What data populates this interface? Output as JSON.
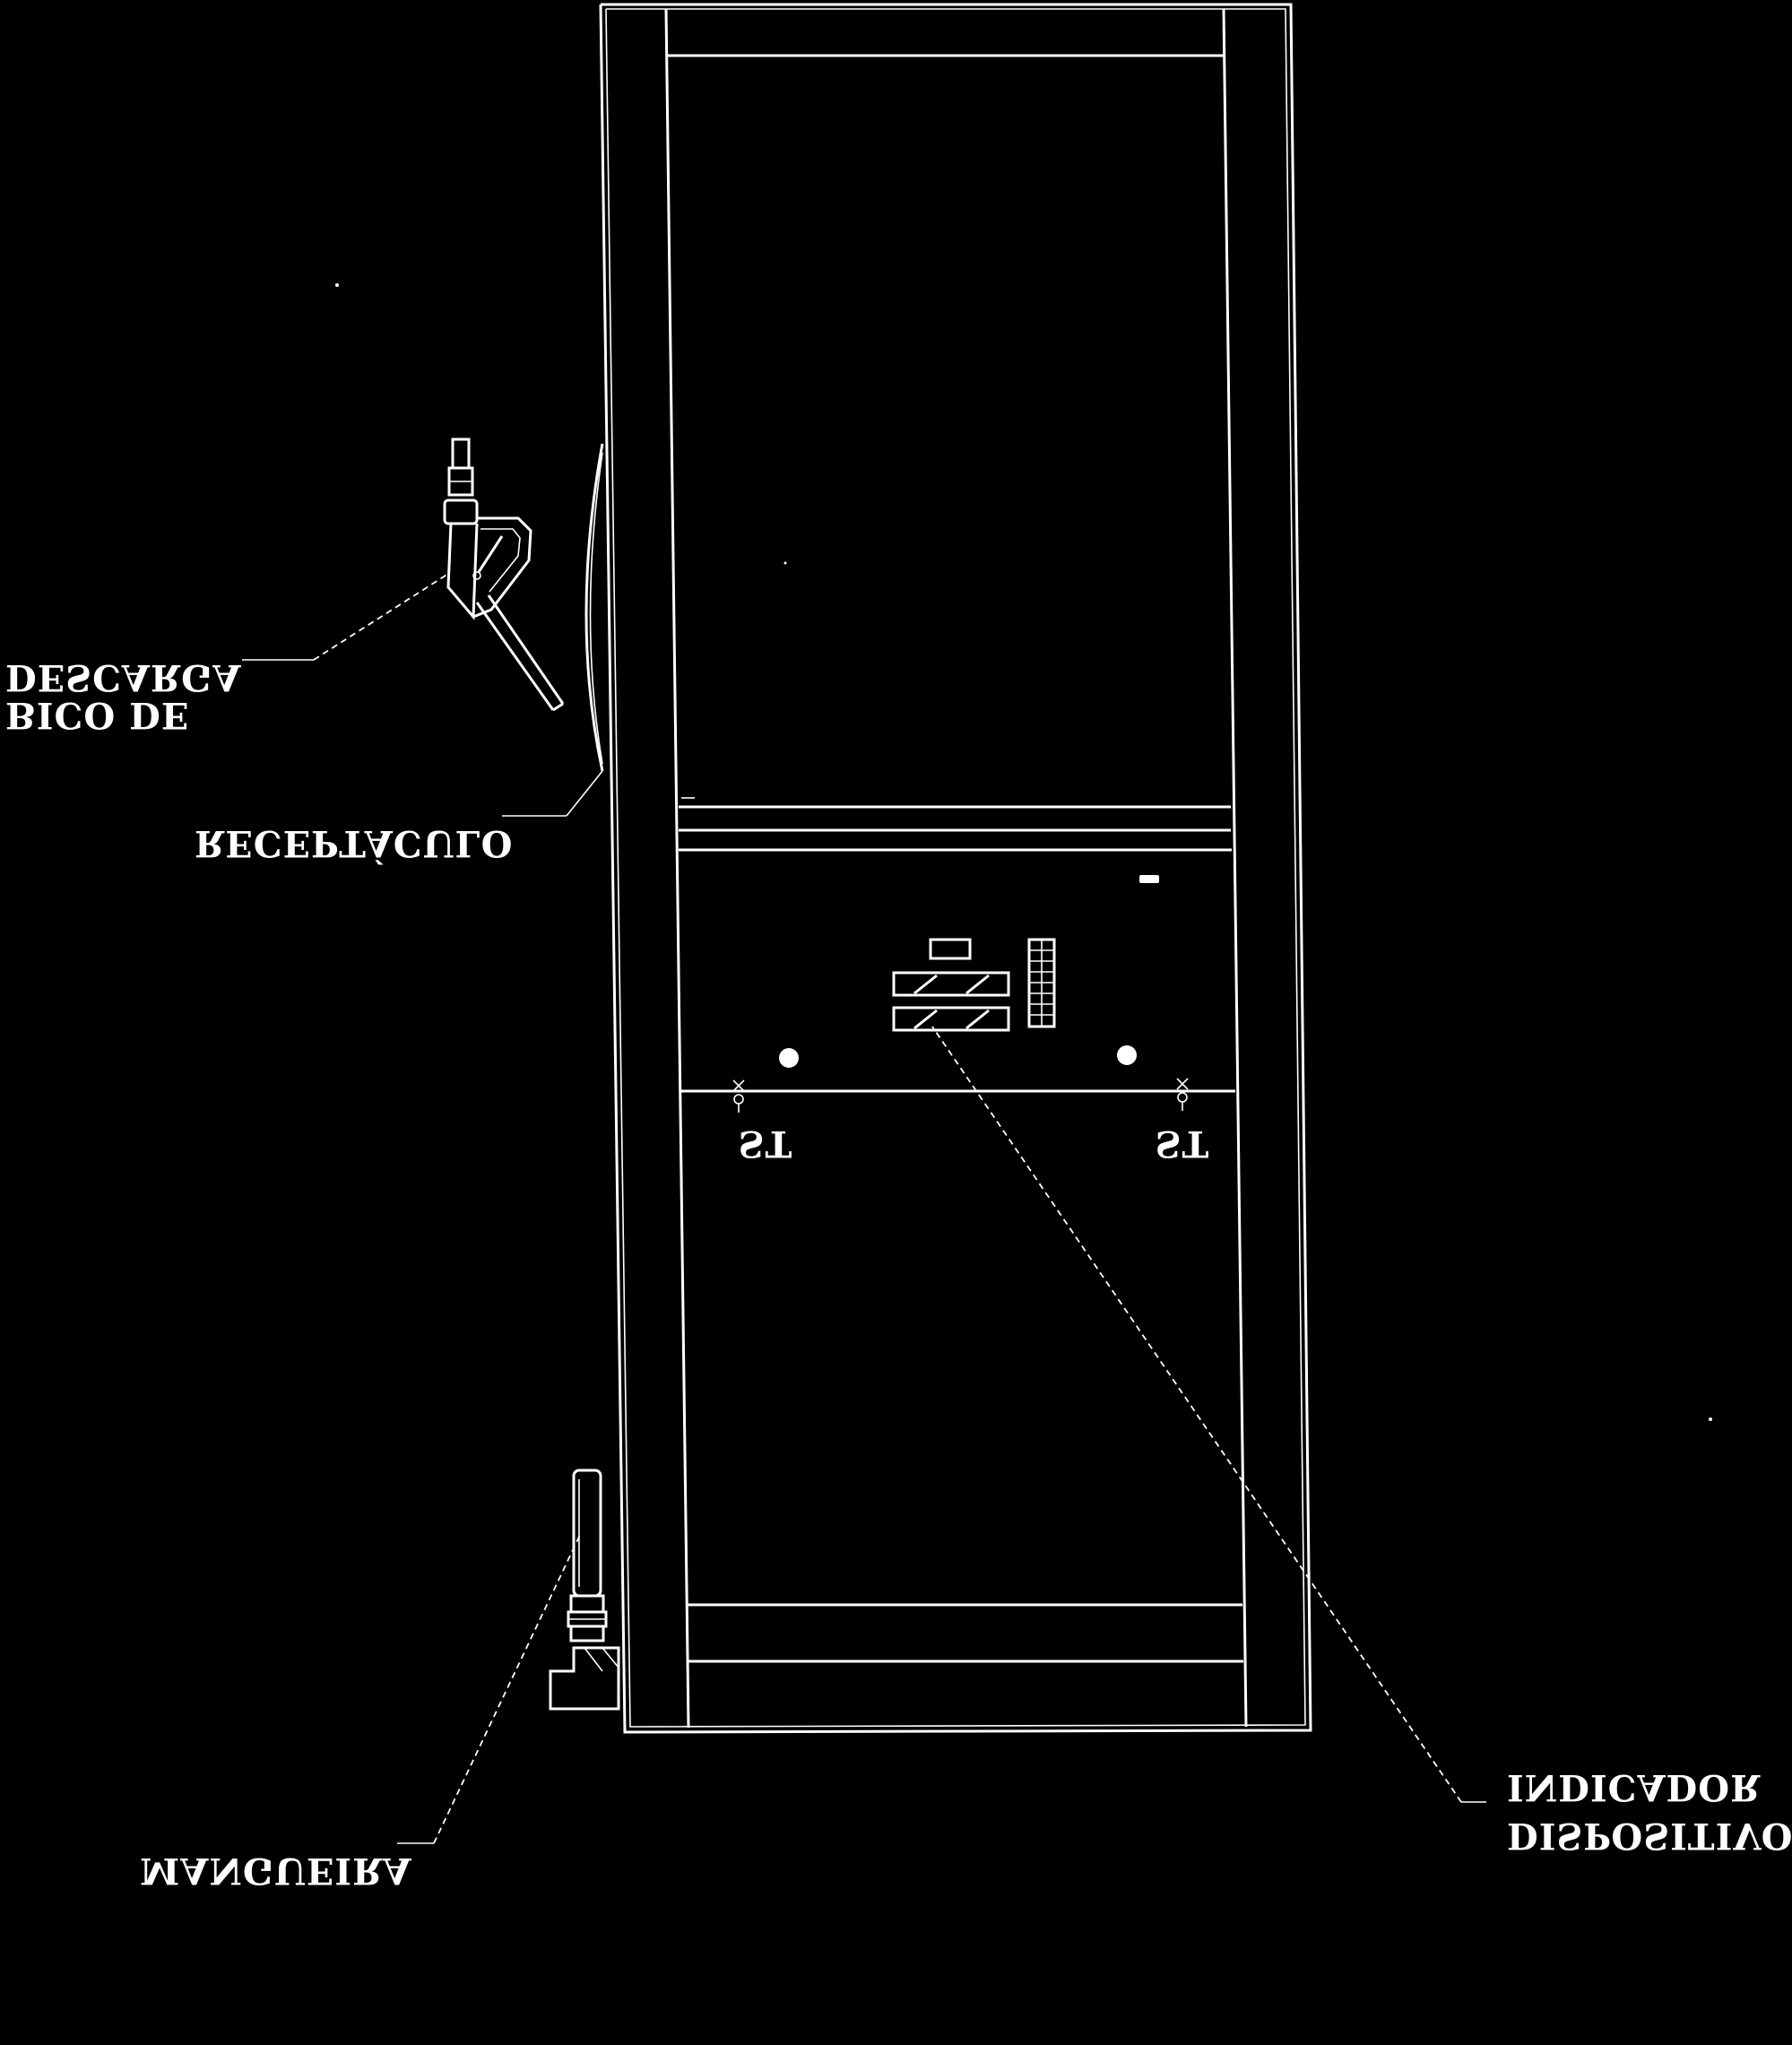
{
  "colors": {
    "background": "#000000",
    "line": "#ffffff"
  },
  "labels": {
    "nozzle_line1": "DESCARGA",
    "nozzle_line2": "BICO DE",
    "receptacle": "RECEPTÁCULO",
    "hose": "MANGUEIRA",
    "indicator_line1": "INDICADOR",
    "indicator_line2": "DISPOSITIVO",
    "seal_left": "ST",
    "seal_right": "ST"
  }
}
